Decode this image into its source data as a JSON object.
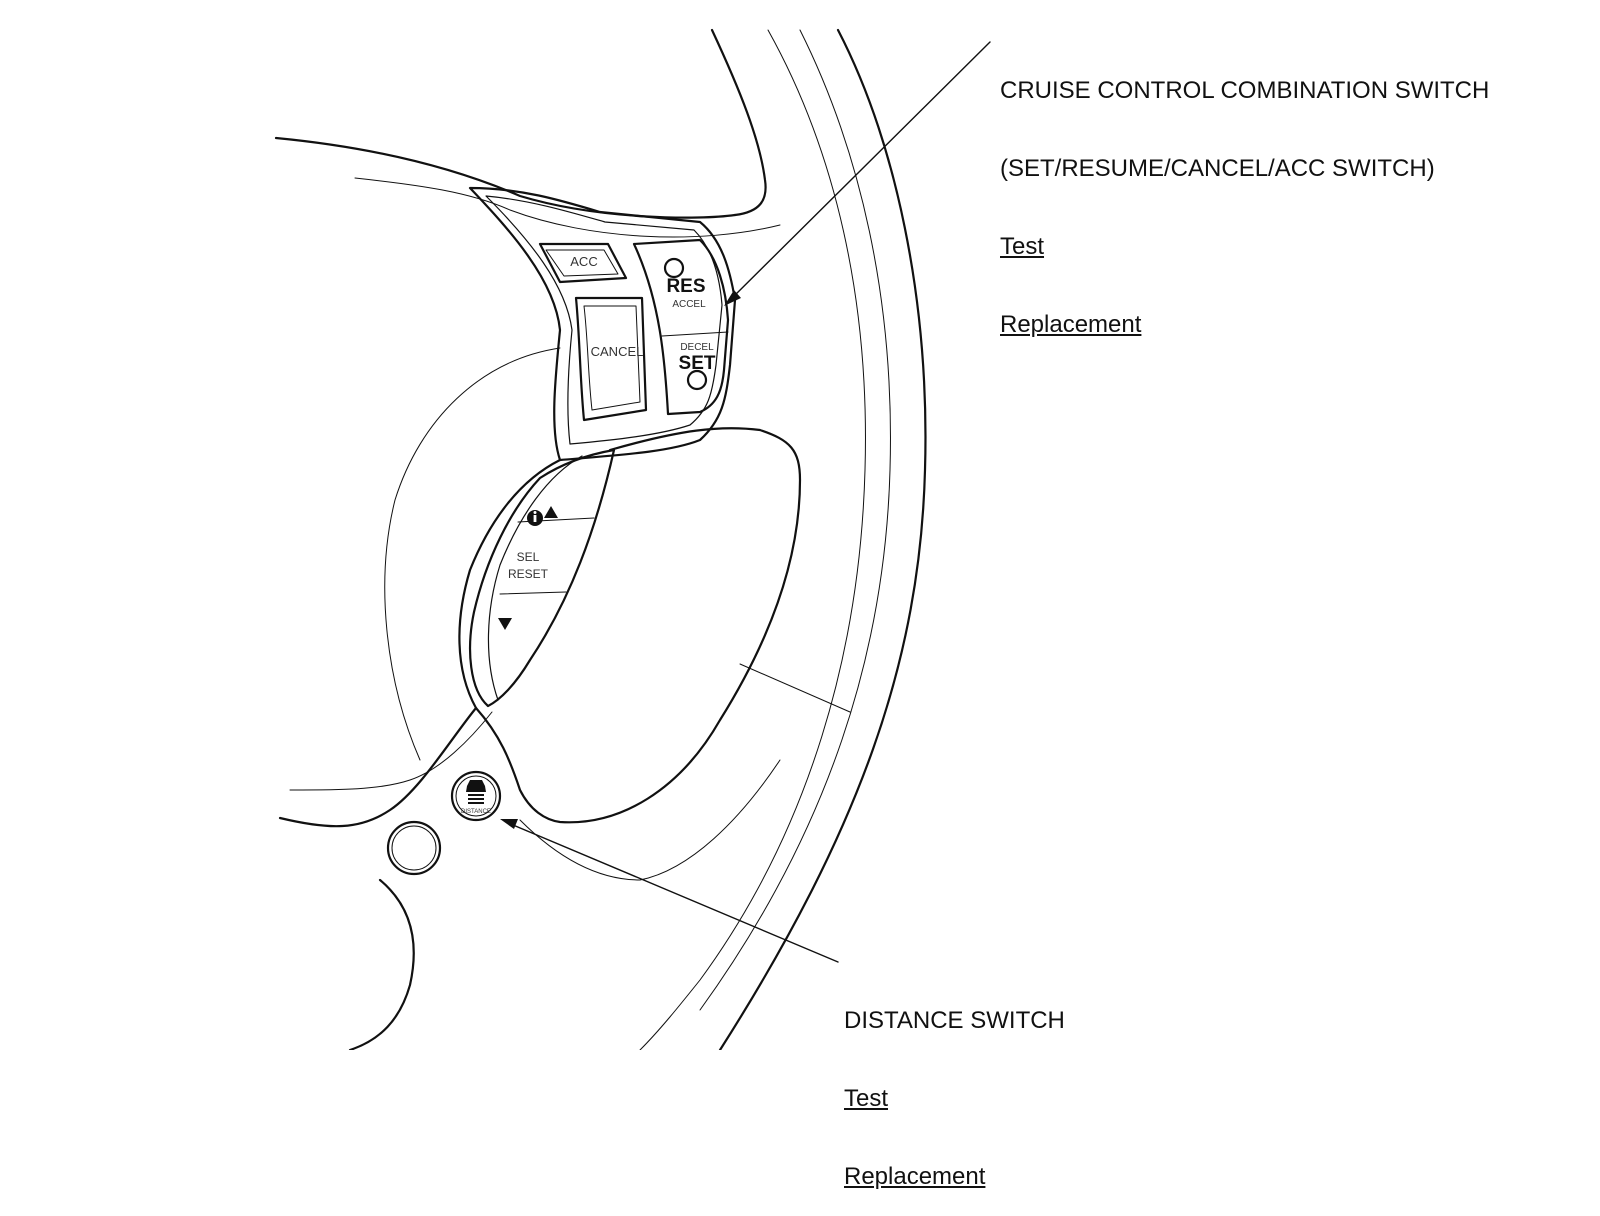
{
  "callouts": {
    "cruise": {
      "title_line1": "CRUISE CONTROL COMBINATION SWITCH",
      "title_line2": "(SET/RESUME/CANCEL/ACC SWITCH)",
      "link_test": "Test",
      "link_replacement": "Replacement"
    },
    "distance": {
      "title": "DISTANCE SWITCH",
      "link_test": "Test",
      "link_replacement": "Replacement"
    }
  },
  "switch_labels": {
    "acc": "ACC",
    "res": "RES",
    "accel": "ACCEL",
    "cancel": "CANCEL",
    "decel": "DECEL",
    "set": "SET",
    "sel": "SEL",
    "reset": "RESET",
    "distance": "DISTANCE"
  },
  "icons": {
    "info": "info-icon",
    "up": "up-arrow-icon",
    "down": "down-arrow-icon",
    "distance": "car-distance-icon"
  }
}
